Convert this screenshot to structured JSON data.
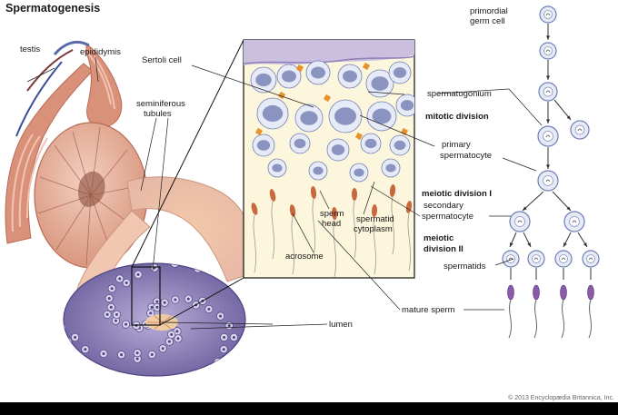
{
  "title": "Spermatogenesis",
  "labels": {
    "testis": "testis",
    "epididymis": "epididymis",
    "seminiferous": "seminiferous",
    "tubules": "tubules",
    "sertoli_cell": "Sertoli cell",
    "sperm": "sperm",
    "head": "head",
    "spermatid": "spermatid",
    "cytoplasm": "cytoplasm",
    "acrosome": "acrosome",
    "lumen": "lumen",
    "mature_sperm": "mature sperm",
    "primordial": "primordial",
    "germ_cell": "germ cell",
    "spermatogonium": "spermatogonium",
    "mitotic_division": "mitotic division",
    "primary": "primary",
    "spermatocyte_1": "spermatocyte",
    "meiotic_division_1": "meiotic division I",
    "secondary": "secondary",
    "spermatocyte_2": "spermatocyte",
    "meiotic": "meiotic",
    "division_2": "division II",
    "spermatids": "spermatids"
  },
  "copyright": "© 2013 Encyclopædia Britannica, Inc.",
  "colors": {
    "testis": "#e9b7a3",
    "epididymis": "#d9917a",
    "tubule_cross_section": "#8d7fb8",
    "cell_fill": "#e7ebf7",
    "nucleus": "#8b94c0",
    "cytoplasm": "#f8f1c9",
    "accent_orange": "#e8922f",
    "footer_bar": "#000000"
  }
}
